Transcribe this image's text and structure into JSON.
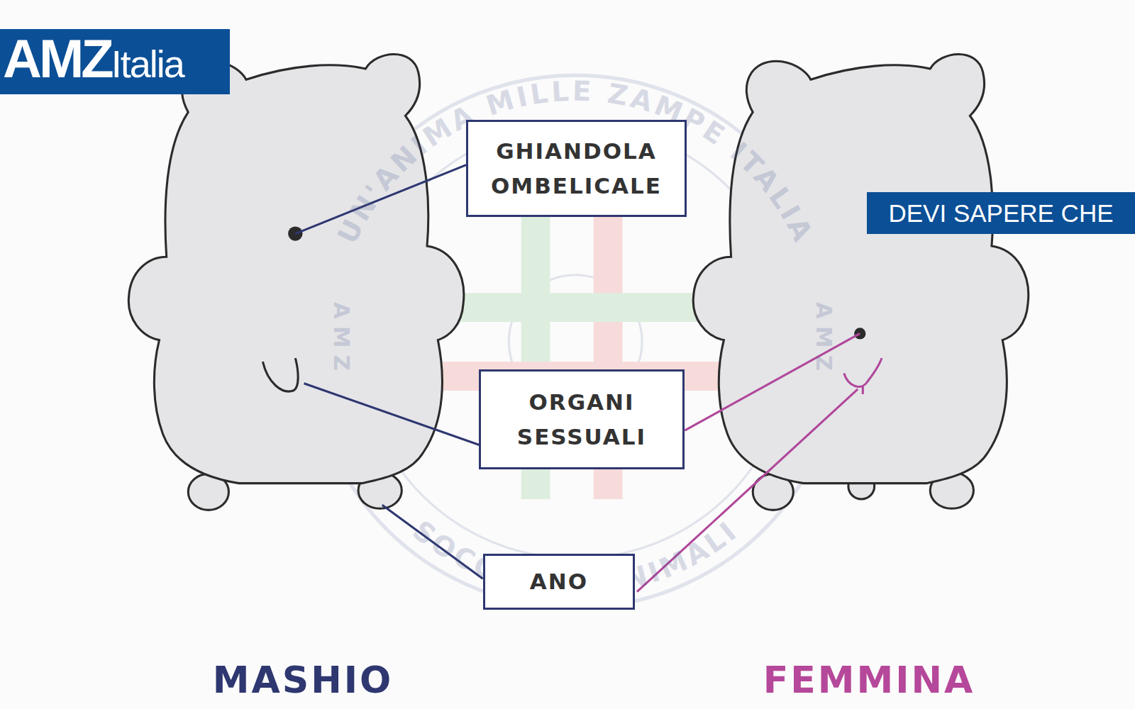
{
  "diagram": {
    "nodes": [
      {
        "text": [
          "AMZ",
          "Italia"
        ]
      },
      {
        "text": [
          "GHIANDOLA OMBELICALE"
        ]
      },
      {
        "text": [
          "DEVI SAPERE CHE"
        ]
      },
      {
        "text": [
          "ORGANI SESSUALI"
        ]
      },
      {
        "text": [
          "ANO"
        ]
      }
    ],
    "labels": [
      "MASHIO",
      "FEMMINA",
      "UN'ANIMA MILLE ZAMPE ITALIA",
      "SOCCORSO ANIMALI",
      "AMZ",
      "AMZ"
    ]
  }
}
